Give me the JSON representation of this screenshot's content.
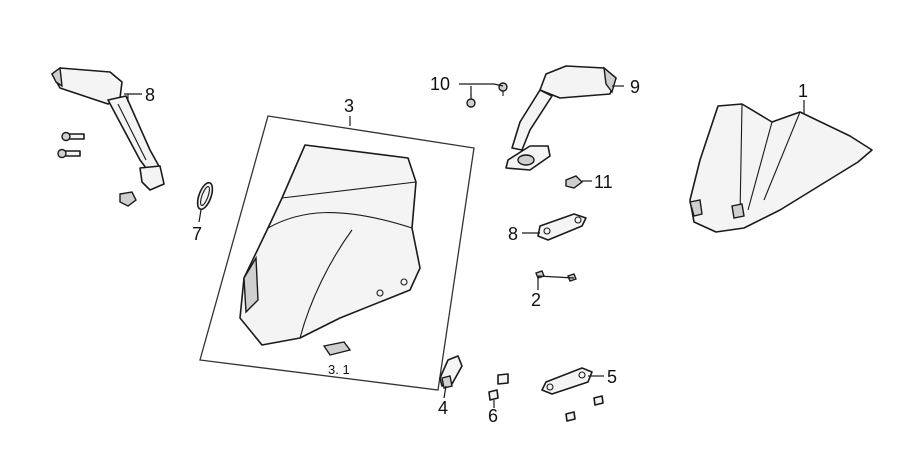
{
  "callouts": {
    "c1": "1",
    "c2": "2",
    "c3": "3",
    "c31": "3. 1",
    "c4": "4",
    "c5": "5",
    "c6": "6",
    "c7": "7",
    "c8a": "8",
    "c8b": "8",
    "c9": "9",
    "c10": "10",
    "c11": "11"
  }
}
